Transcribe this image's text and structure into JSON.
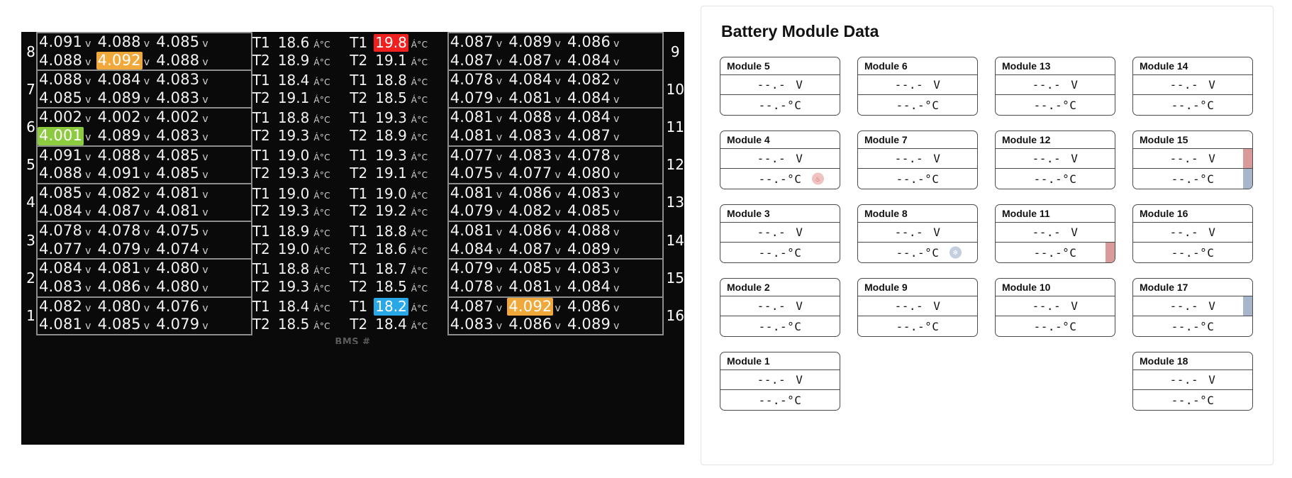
{
  "bms": {
    "footer_text": "BMS #",
    "unit_volt": "v",
    "unit_temp": "Á°C",
    "t1_label": "T1",
    "t2_label": "T2",
    "rows": [
      {
        "left_num": "8",
        "right_num": "9",
        "left_cells": [
          {
            "v": "4.091"
          },
          {
            "v": "4.088"
          },
          {
            "v": "4.085"
          },
          {
            "v": "4.088"
          },
          {
            "v": "4.092",
            "hl": "orange"
          },
          {
            "v": "4.088"
          }
        ],
        "temp_a": [
          {
            "v": "18.6"
          },
          {
            "v": "18.9"
          }
        ],
        "temp_b": [
          {
            "v": "19.8",
            "hl": "red"
          },
          {
            "v": "19.1"
          }
        ],
        "right_cells": [
          {
            "v": "4.087"
          },
          {
            "v": "4.089"
          },
          {
            "v": "4.086"
          },
          {
            "v": "4.087"
          },
          {
            "v": "4.087"
          },
          {
            "v": "4.084"
          }
        ]
      },
      {
        "left_num": "7",
        "right_num": "10",
        "left_cells": [
          {
            "v": "4.088"
          },
          {
            "v": "4.084"
          },
          {
            "v": "4.083"
          },
          {
            "v": "4.085"
          },
          {
            "v": "4.089"
          },
          {
            "v": "4.083"
          }
        ],
        "temp_a": [
          {
            "v": "18.4"
          },
          {
            "v": "19.1"
          }
        ],
        "temp_b": [
          {
            "v": "18.8"
          },
          {
            "v": "18.5"
          }
        ],
        "right_cells": [
          {
            "v": "4.078"
          },
          {
            "v": "4.084"
          },
          {
            "v": "4.082"
          },
          {
            "v": "4.079"
          },
          {
            "v": "4.081"
          },
          {
            "v": "4.084"
          }
        ]
      },
      {
        "left_num": "6",
        "right_num": "11",
        "left_cells": [
          {
            "v": "4.002"
          },
          {
            "v": "4.002"
          },
          {
            "v": "4.002"
          },
          {
            "v": "4.001",
            "hl": "green"
          },
          {
            "v": "4.089"
          },
          {
            "v": "4.083"
          }
        ],
        "temp_a": [
          {
            "v": "18.8"
          },
          {
            "v": "19.3"
          }
        ],
        "temp_b": [
          {
            "v": "19.3"
          },
          {
            "v": "18.9"
          }
        ],
        "right_cells": [
          {
            "v": "4.081"
          },
          {
            "v": "4.088"
          },
          {
            "v": "4.084"
          },
          {
            "v": "4.081"
          },
          {
            "v": "4.083"
          },
          {
            "v": "4.087"
          }
        ]
      },
      {
        "left_num": "5",
        "right_num": "12",
        "left_cells": [
          {
            "v": "4.091"
          },
          {
            "v": "4.088"
          },
          {
            "v": "4.085"
          },
          {
            "v": "4.088"
          },
          {
            "v": "4.091"
          },
          {
            "v": "4.085"
          }
        ],
        "temp_a": [
          {
            "v": "19.0"
          },
          {
            "v": "19.3"
          }
        ],
        "temp_b": [
          {
            "v": "19.3"
          },
          {
            "v": "19.1"
          }
        ],
        "right_cells": [
          {
            "v": "4.077"
          },
          {
            "v": "4.083"
          },
          {
            "v": "4.078"
          },
          {
            "v": "4.075"
          },
          {
            "v": "4.077"
          },
          {
            "v": "4.080"
          }
        ]
      },
      {
        "left_num": "4",
        "right_num": "13",
        "left_cells": [
          {
            "v": "4.085"
          },
          {
            "v": "4.082"
          },
          {
            "v": "4.081"
          },
          {
            "v": "4.084"
          },
          {
            "v": "4.087"
          },
          {
            "v": "4.081"
          }
        ],
        "temp_a": [
          {
            "v": "19.0"
          },
          {
            "v": "19.3"
          }
        ],
        "temp_b": [
          {
            "v": "19.0"
          },
          {
            "v": "19.2"
          }
        ],
        "right_cells": [
          {
            "v": "4.081"
          },
          {
            "v": "4.086"
          },
          {
            "v": "4.083"
          },
          {
            "v": "4.079"
          },
          {
            "v": "4.082"
          },
          {
            "v": "4.085"
          }
        ]
      },
      {
        "left_num": "3",
        "right_num": "14",
        "left_cells": [
          {
            "v": "4.078"
          },
          {
            "v": "4.078"
          },
          {
            "v": "4.075"
          },
          {
            "v": "4.077"
          },
          {
            "v": "4.079"
          },
          {
            "v": "4.074"
          }
        ],
        "temp_a": [
          {
            "v": "18.9"
          },
          {
            "v": "19.0"
          }
        ],
        "temp_b": [
          {
            "v": "18.8"
          },
          {
            "v": "18.6"
          }
        ],
        "right_cells": [
          {
            "v": "4.081"
          },
          {
            "v": "4.086"
          },
          {
            "v": "4.088"
          },
          {
            "v": "4.084"
          },
          {
            "v": "4.087"
          },
          {
            "v": "4.089"
          }
        ]
      },
      {
        "left_num": "2",
        "right_num": "15",
        "left_cells": [
          {
            "v": "4.084"
          },
          {
            "v": "4.081"
          },
          {
            "v": "4.080"
          },
          {
            "v": "4.083"
          },
          {
            "v": "4.086"
          },
          {
            "v": "4.080"
          }
        ],
        "temp_a": [
          {
            "v": "18.8"
          },
          {
            "v": "19.3"
          }
        ],
        "temp_b": [
          {
            "v": "18.7"
          },
          {
            "v": "18.5"
          }
        ],
        "right_cells": [
          {
            "v": "4.079"
          },
          {
            "v": "4.085"
          },
          {
            "v": "4.083"
          },
          {
            "v": "4.078"
          },
          {
            "v": "4.081"
          },
          {
            "v": "4.084"
          }
        ]
      },
      {
        "left_num": "1",
        "right_num": "16",
        "left_cells": [
          {
            "v": "4.082"
          },
          {
            "v": "4.080"
          },
          {
            "v": "4.076"
          },
          {
            "v": "4.081"
          },
          {
            "v": "4.085"
          },
          {
            "v": "4.079"
          }
        ],
        "temp_a": [
          {
            "v": "18.4"
          },
          {
            "v": "18.5"
          }
        ],
        "temp_b": [
          {
            "v": "18.2",
            "hl": "blue"
          },
          {
            "v": "18.4"
          }
        ],
        "right_cells": [
          {
            "v": "4.087"
          },
          {
            "v": "4.092",
            "hl": "orange"
          },
          {
            "v": "4.086"
          },
          {
            "v": "4.083"
          },
          {
            "v": "4.086"
          },
          {
            "v": "4.089"
          }
        ]
      }
    ]
  },
  "panel": {
    "title": "Battery Module Data",
    "volt_placeholder": "--.-",
    "volt_unit": "V",
    "temp_placeholder": "--.-",
    "temp_unit": "°C",
    "colors": {
      "bar_red": "#d99a9a",
      "bar_blue": "#a8b6cc"
    },
    "modules": [
      {
        "name": "Module 5",
        "volt_bar": "",
        "temp_bar": "",
        "icon": ""
      },
      {
        "name": "Module 6",
        "volt_bar": "",
        "temp_bar": "",
        "icon": ""
      },
      {
        "name": "Module 13",
        "volt_bar": "",
        "temp_bar": "",
        "icon": ""
      },
      {
        "name": "Module 14",
        "volt_bar": "",
        "temp_bar": "",
        "icon": ""
      },
      {
        "name": "Module 4",
        "volt_bar": "",
        "temp_bar": "",
        "icon": "flame-icon"
      },
      {
        "name": "Module 7",
        "volt_bar": "",
        "temp_bar": "",
        "icon": ""
      },
      {
        "name": "Module 12",
        "volt_bar": "",
        "temp_bar": "",
        "icon": ""
      },
      {
        "name": "Module 15",
        "volt_bar": "red",
        "temp_bar": "blue",
        "icon": ""
      },
      {
        "name": "Module 3",
        "volt_bar": "",
        "temp_bar": "",
        "icon": ""
      },
      {
        "name": "Module 8",
        "volt_bar": "",
        "temp_bar": "",
        "icon": "snowflake-icon"
      },
      {
        "name": "Module 11",
        "volt_bar": "",
        "temp_bar": "red",
        "icon": ""
      },
      {
        "name": "Module 16",
        "volt_bar": "",
        "temp_bar": "",
        "icon": ""
      },
      {
        "name": "Module 2",
        "volt_bar": "",
        "temp_bar": "",
        "icon": ""
      },
      {
        "name": "Module 9",
        "volt_bar": "",
        "temp_bar": "",
        "icon": ""
      },
      {
        "name": "Module 10",
        "volt_bar": "",
        "temp_bar": "",
        "icon": ""
      },
      {
        "name": "Module 17",
        "volt_bar": "blue",
        "temp_bar": "",
        "icon": ""
      },
      {
        "name": "Module 1",
        "volt_bar": "",
        "temp_bar": "",
        "icon": ""
      },
      {
        "name": "",
        "empty": true
      },
      {
        "name": "",
        "empty": true
      },
      {
        "name": "Module 18",
        "volt_bar": "",
        "temp_bar": "",
        "icon": ""
      }
    ]
  }
}
